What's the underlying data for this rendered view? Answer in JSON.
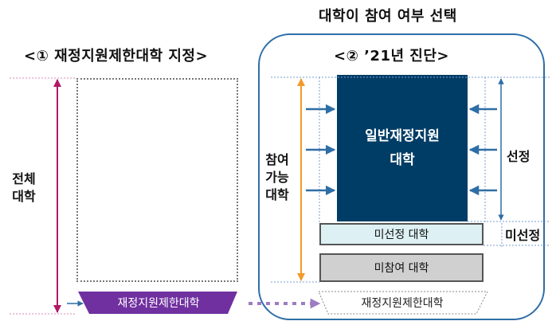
{
  "header": {
    "choice_title": "대학이 참여 여부 선택"
  },
  "left_panel": {
    "title": "<① 재정지원제한대학 지정>",
    "label_line1": "전체",
    "label_line2": "대학",
    "restricted_box": "재정지원제한대학"
  },
  "right_panel": {
    "title": "<② ’21년 진단>",
    "participation_line1": "참여",
    "participation_line2": "가능",
    "participation_line3": "대학",
    "general_line1": "일반재정지원",
    "general_line2": "대학",
    "selected_label": "선정",
    "not_selected_box": "미선정 대학",
    "not_selected_label": "미선정",
    "non_participating_box": "미참여 대학",
    "restricted_box": "재정지원제한대학"
  },
  "colors": {
    "navy": "#003D66",
    "arrow_blue": "#2E6EA6",
    "orange": "#F39A2B",
    "magenta": "#B0186A",
    "purple": "#7030A0",
    "light_blue_fill": "#DDF0F3",
    "gray_fill": "#D0D0D0"
  }
}
